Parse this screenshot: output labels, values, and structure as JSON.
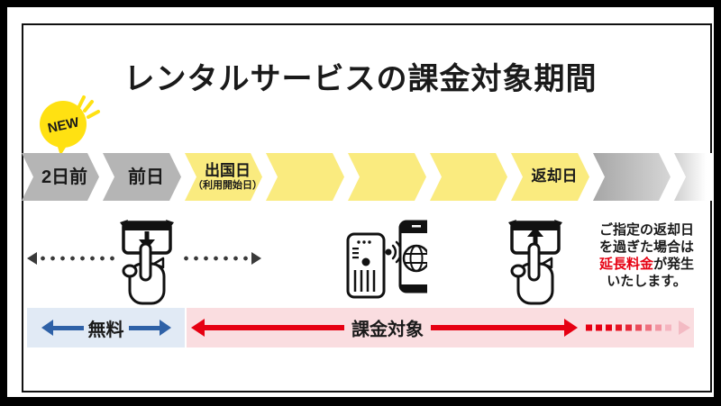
{
  "header": {
    "title": "レンタルサービスの課金対象期間",
    "badge": "NEW"
  },
  "timeline": {
    "segments": [
      {
        "label": "2日前",
        "state": "before-free"
      },
      {
        "label": "前日",
        "state": "before-free"
      },
      {
        "label": "出国日",
        "sublabel": "（利用開始日）",
        "state": "charged"
      },
      {
        "label": "",
        "state": "charged"
      },
      {
        "label": "",
        "state": "charged"
      },
      {
        "label": "",
        "state": "charged"
      },
      {
        "label": "返却日",
        "state": "charged"
      },
      {
        "label": "",
        "state": "after"
      },
      {
        "label": "",
        "state": "after"
      }
    ]
  },
  "free": {
    "label": "無料"
  },
  "charged": {
    "label": "課金対象",
    "fade_colors": [
      "#e60012",
      "#e60012",
      "#e60012",
      "#e51422",
      "#e62737",
      "#ea4a59",
      "#ee707e",
      "#f295a2",
      "#f5b5c0"
    ]
  },
  "note": {
    "line1": "ご指定の返却日",
    "line2": "を過ぎた場合は",
    "line3_red": "延長料金",
    "line3_black": "が発生",
    "line4": "いたします。"
  },
  "icons": {
    "receive": "hand-receiving-device-with-down-arrow",
    "usage": "wifi-router-and-smartphone-with-globe",
    "return": "hand-returning-device-with-up-arrow"
  },
  "colors": {
    "badge-yellow": "#ffe112",
    "seg-yellow": "#faeb7f",
    "seg-gray": "#b5b5b5",
    "free-blue": "#2e61a7",
    "free-bg": "#e1eaf5",
    "charge-red": "#e60012",
    "charge-bg": "#fadde0",
    "ink": "#1a1a1a"
  }
}
